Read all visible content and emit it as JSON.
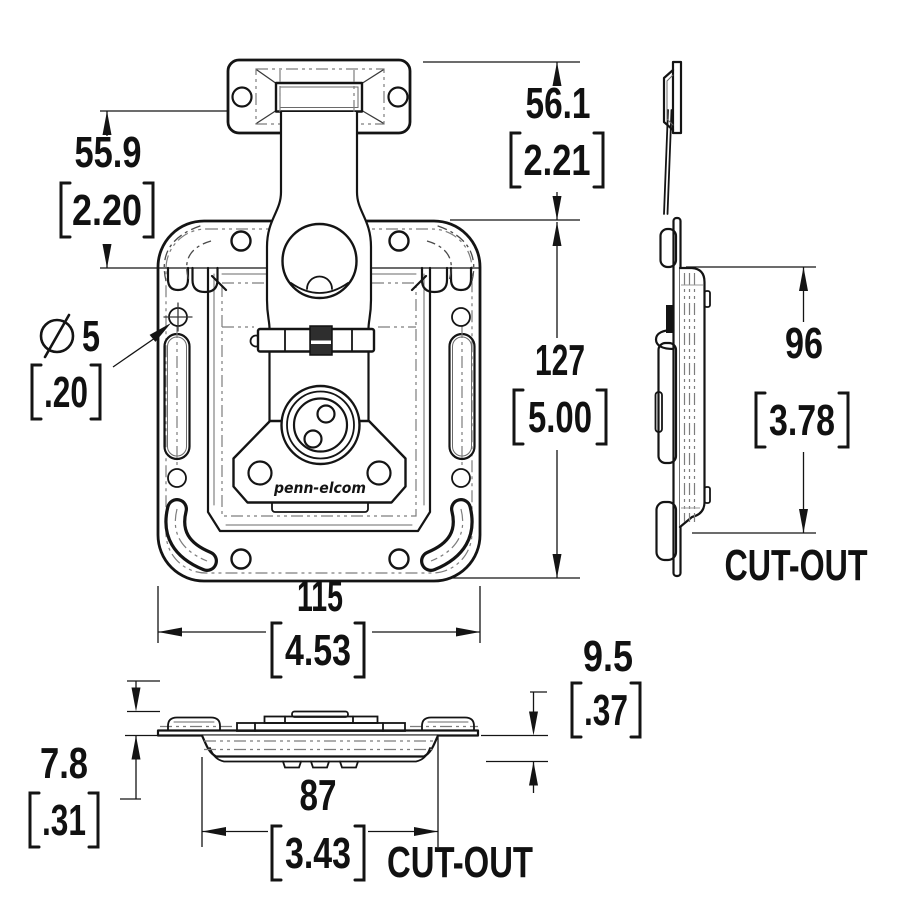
{
  "drawing": {
    "brand_label": "penn-elcom",
    "dims": {
      "offset_left": {
        "mm": "55.9",
        "inch": "2.20"
      },
      "offset_right": {
        "mm": "56.1",
        "inch": "2.21"
      },
      "dish_height": {
        "mm": "127",
        "inch": "5.00"
      },
      "cutout_height": {
        "mm": "96",
        "inch": "3.78"
      },
      "dish_width": {
        "mm": "115",
        "inch": "4.53"
      },
      "cutout_width": {
        "mm": "87",
        "inch": "3.43"
      },
      "hole_diameter": {
        "mm": "5",
        "inch": ".20"
      },
      "height_above_flange": {
        "mm": "7.8",
        "inch": ".31"
      },
      "depth_below_flange": {
        "mm": "9.5",
        "inch": ".37"
      }
    },
    "labels": {
      "cutout_side": "CUT-OUT",
      "cutout_bottom": "CUT-OUT"
    }
  }
}
